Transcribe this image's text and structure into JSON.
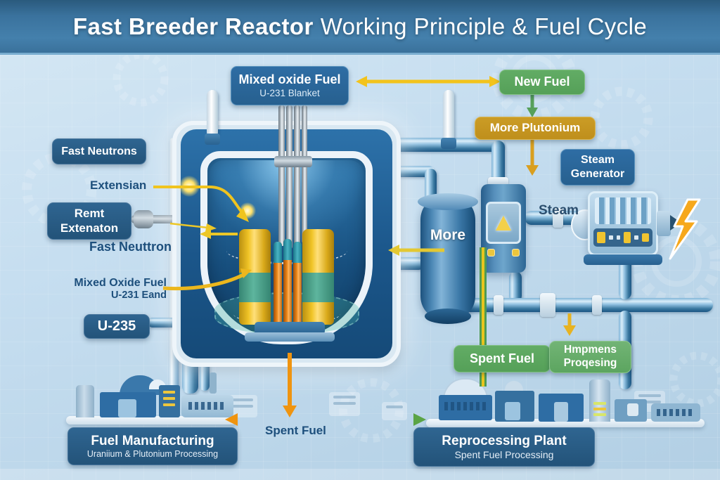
{
  "header": {
    "title_bold": "Fast Breeder Reactor",
    "title_rest": "Working Principle & Fuel Cycle"
  },
  "labels": {
    "mixed_oxide_top": {
      "line1": "Mixed oxide Fuel",
      "line2": "U-231 Blanket"
    },
    "new_fuel": "New Fuel",
    "more_plutonium": "More Plutonium",
    "steam_generator": {
      "line1": "Steam",
      "line2": "Generator"
    },
    "fast_neutrons": "Fast Neutrons",
    "extensian": "Extensian",
    "remt_extenaton": {
      "line1": "Remt",
      "line2": "Extenaton"
    },
    "fast_neuttron": "Fast Neuttron",
    "mixed_oxide_left": {
      "line1": "Mixed Oxide Fuel",
      "line2": "U-231 Eand"
    },
    "u235": "U-235",
    "more_vessel": "More",
    "steam": "Steam",
    "spent_fuel_box": "Spent Fuel",
    "hmpmens_progesing": {
      "line1": "Hmpmens",
      "line2": "Proqesing"
    },
    "spent_fuel_bottom": "Spent Fuel",
    "fuel_manufacturing": {
      "line1": "Fuel Manufacturing",
      "line2": "Uraniium & Plutonium Processing"
    },
    "reprocessing_plant": {
      "line1": "Reprocessing Plant",
      "line2": "Spent Fuel Processing"
    }
  },
  "icons": {
    "lightning": "lightning-bolt-icon",
    "pump_indicator": "triangle-indicator-icon"
  },
  "colors": {
    "banner": "#3a729d",
    "box_blue": "#2e6da4",
    "box_green": "#55a058",
    "box_gold": "#bf8f1c",
    "arrow_yellow": "#f2c31c",
    "arrow_orange": "#ef9410",
    "arrow_green": "#5aa445",
    "pipe_blue": "#2f74a8",
    "lightning_yellow": "#f5a91d"
  }
}
